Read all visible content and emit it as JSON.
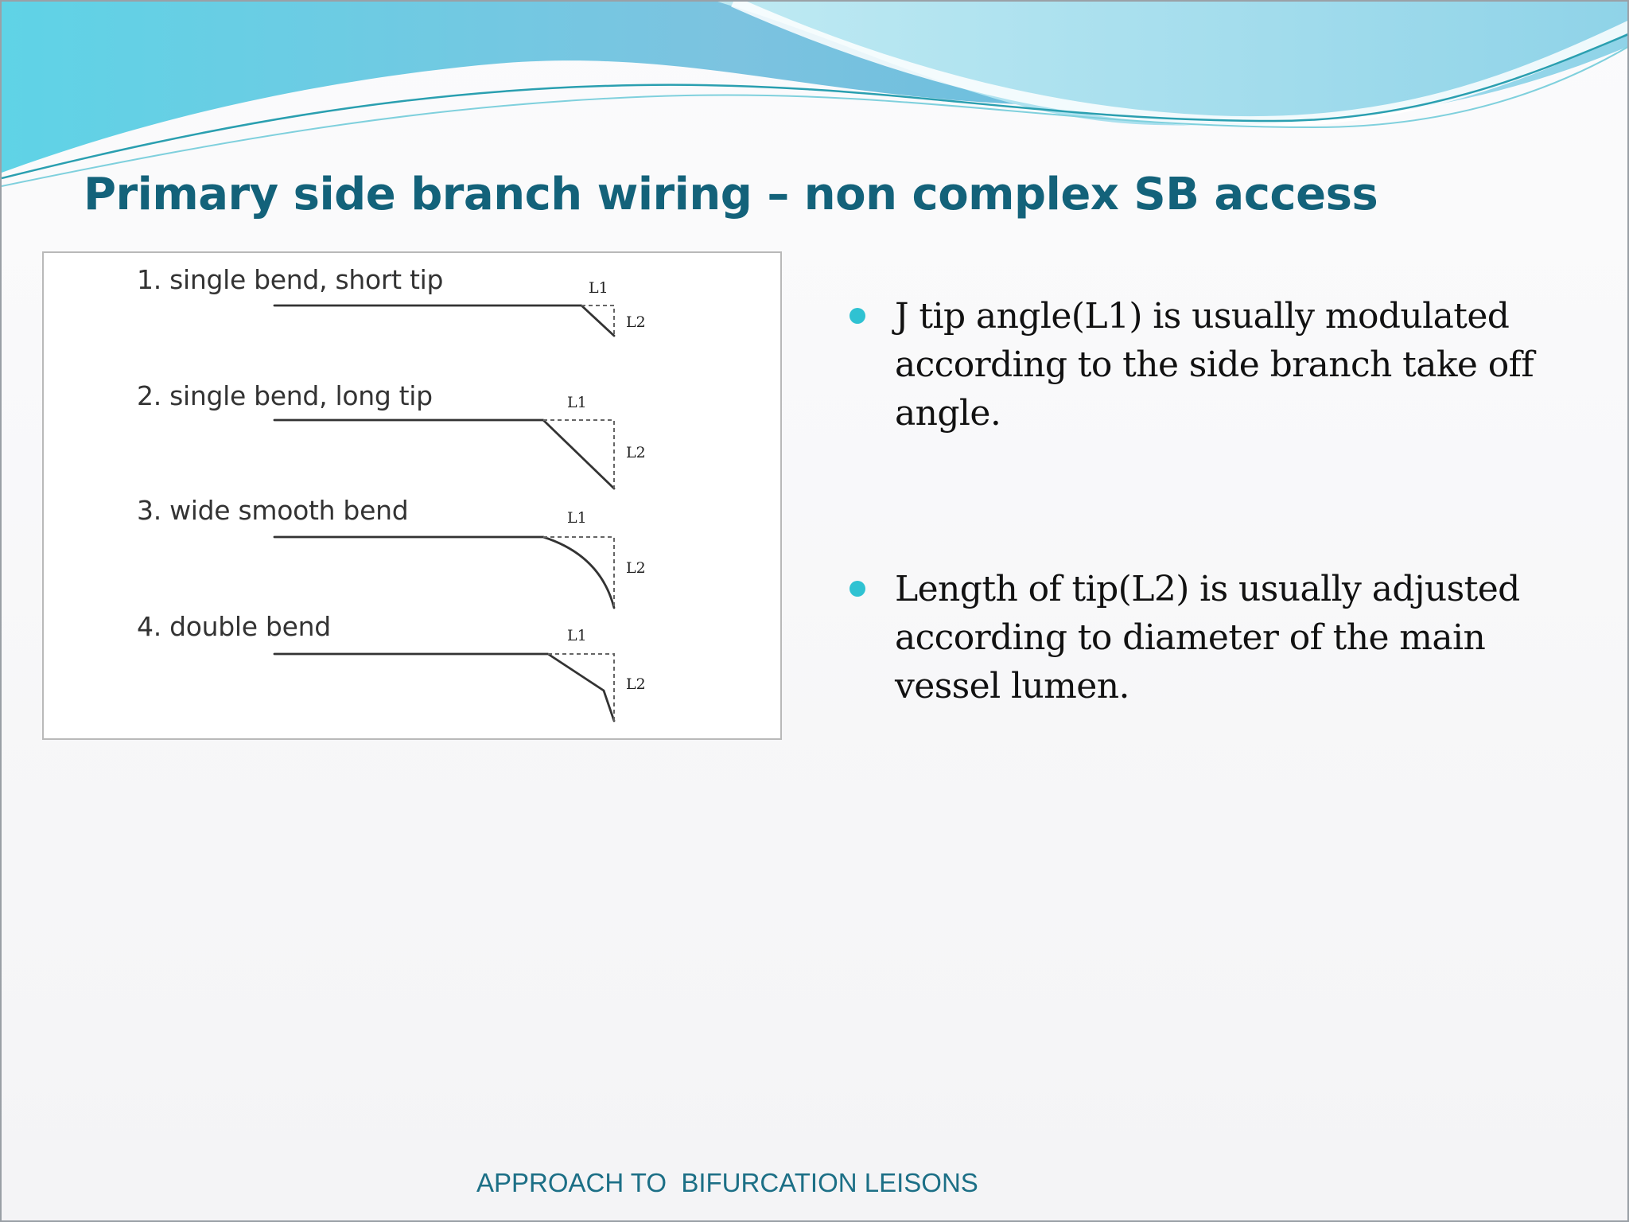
{
  "slide": {
    "title": "Primary side branch wiring – non complex SB access",
    "figure": {
      "items": [
        {
          "label": "1. single bend, short tip",
          "l1": "L1",
          "l2": "L2"
        },
        {
          "label": "2. single bend, long tip",
          "l1": "L1",
          "l2": "L2"
        },
        {
          "label": "3. wide smooth bend",
          "l1": "L1",
          "l2": "L2"
        },
        {
          "label": "4. double bend",
          "l1": "L1",
          "l2": "L2"
        }
      ]
    },
    "bullets": [
      "J tip angle(L1) is usually modulated according to the side branch take off angle.",
      "Length of tip(L2) is usually adjusted according to  diameter of the main vessel lumen."
    ],
    "footer": "APPROACH TO  BIFURCATION LEISONS",
    "colors": {
      "title": "#13627a",
      "bullet_marker": "#2fc2d2",
      "footer": "#1c6f86",
      "wave_light": "#a8e4ee",
      "wave_dark": "#4fb6d8"
    }
  }
}
